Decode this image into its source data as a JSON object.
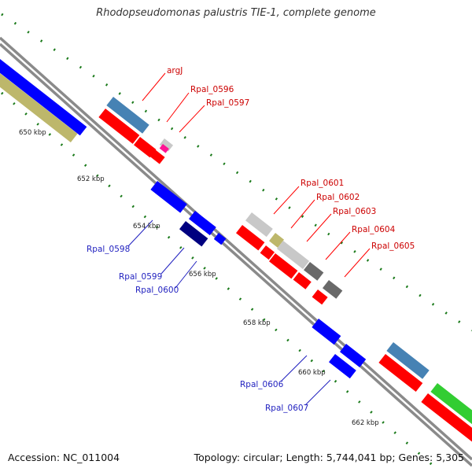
{
  "title": "Rhodopseudomonas palustris TIE-1, complete genome",
  "accession_text": "Accession: NC_011004",
  "summary_text": "Topology: circular; Length: 5,744,041 bp; Genes: 5,305",
  "kbp_labels": [
    "650 kbp",
    "652 kbp",
    "654 kbp",
    "656 kbp",
    "658 kbp",
    "660 kbp",
    "662 kbp"
  ],
  "gene_labels_forward": [
    "argJ",
    "Rpal_0596",
    "Rpal_0597",
    "Rpal_0601",
    "Rpal_0602",
    "Rpal_0603",
    "Rpal_0604",
    "Rpal_0605"
  ],
  "gene_labels_reverse": [
    "Rpal_0598",
    "Rpal_0599",
    "Rpal_0600",
    "Rpal_0606",
    "Rpal_0607"
  ],
  "colors": {
    "red": "#ff0000",
    "blue": "#0000ff",
    "steel_blue": "#4682b4",
    "khaki": "#bdb76b",
    "light_gray": "#c8c8c8",
    "dark_gray": "#696969",
    "pink": "#ff1493",
    "green": "#32cd32",
    "navy": "#000080",
    "backbone": "#808080",
    "tick_green": "#006400",
    "label_red": "#cc0000",
    "label_blue": "#1f1fbf"
  }
}
